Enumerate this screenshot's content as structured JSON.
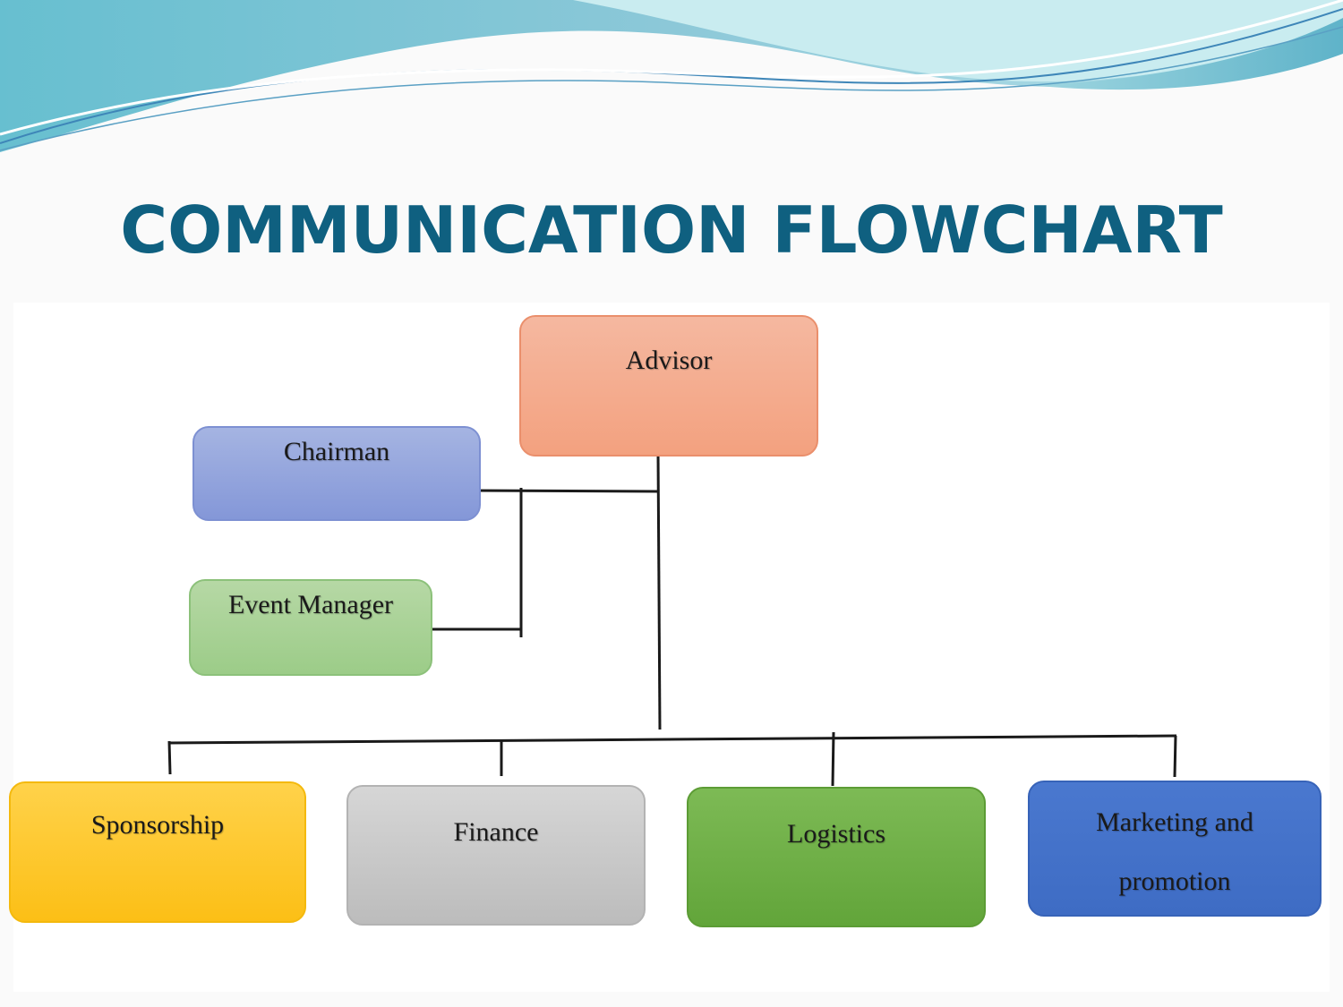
{
  "title": "COMMUNICATION FLOWCHART",
  "colors": {
    "title": "#0f6080",
    "wave_dark": "#5fb3c9",
    "wave_light": "#a8dce6",
    "line": "#1a1a1a"
  },
  "nodes": {
    "advisor": {
      "label": "Advisor",
      "color": "#f3a17f"
    },
    "chairman": {
      "label": "Chairman",
      "color": "#8497d8"
    },
    "event_manager": {
      "label": "Event Manager",
      "color": "#9ccc88"
    },
    "sponsorship": {
      "label": "Sponsorship",
      "color": "#fcbf16"
    },
    "finance": {
      "label": "Finance",
      "color": "#bcbcbc"
    },
    "logistics": {
      "label": "Logistics",
      "color": "#62a53a"
    },
    "marketing": {
      "label_line1": "Marketing and",
      "label_line2": "promotion",
      "color": "#3e6cc4"
    }
  },
  "edges": [
    {
      "from": "advisor",
      "to": "chairman"
    },
    {
      "from": "advisor",
      "to": "event_manager"
    },
    {
      "from": "advisor",
      "to": "sponsorship"
    },
    {
      "from": "advisor",
      "to": "finance"
    },
    {
      "from": "advisor",
      "to": "logistics"
    },
    {
      "from": "advisor",
      "to": "marketing"
    }
  ]
}
